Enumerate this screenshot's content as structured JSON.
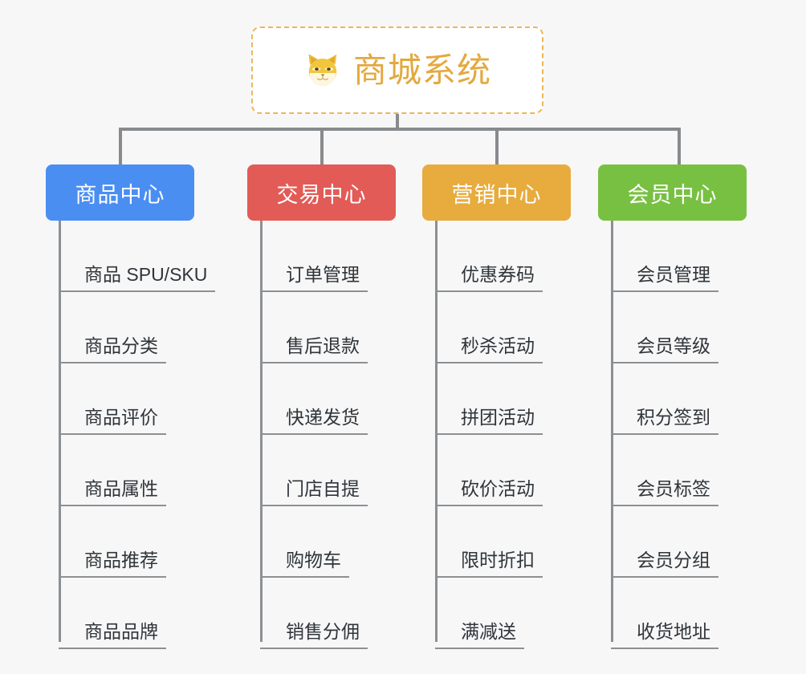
{
  "diagram": {
    "title": "商城系统",
    "root": {
      "label": "商城系统",
      "icon": "shiba-dog-icon",
      "text_color": "#e3a93f",
      "border_color": "#edb65a",
      "background": "#ffffff"
    },
    "canvas_background": "#f7f7f7",
    "connector_color": "#888a8c",
    "leaf_text_color": "#30353a",
    "leaf_rule_color": "#8d9093",
    "columns": [
      {
        "label": "商品中心",
        "color": "#4a8ef2",
        "items": [
          "商品 SPU/SKU",
          "商品分类",
          "商品评价",
          "商品属性",
          "商品推荐",
          "商品品牌"
        ]
      },
      {
        "label": "交易中心",
        "color": "#e25b56",
        "items": [
          "订单管理",
          "售后退款",
          "快递发货",
          "门店自提",
          "购物车",
          "销售分佣"
        ]
      },
      {
        "label": "营销中心",
        "color": "#e8ab3e",
        "items": [
          "优惠券码",
          "秒杀活动",
          "拼团活动",
          "砍价活动",
          "限时折扣",
          "满减送"
        ]
      },
      {
        "label": "会员中心",
        "color": "#78c042",
        "items": [
          "会员管理",
          "会员等级",
          "积分签到",
          "会员标签",
          "会员分组",
          "收货地址"
        ]
      }
    ]
  }
}
